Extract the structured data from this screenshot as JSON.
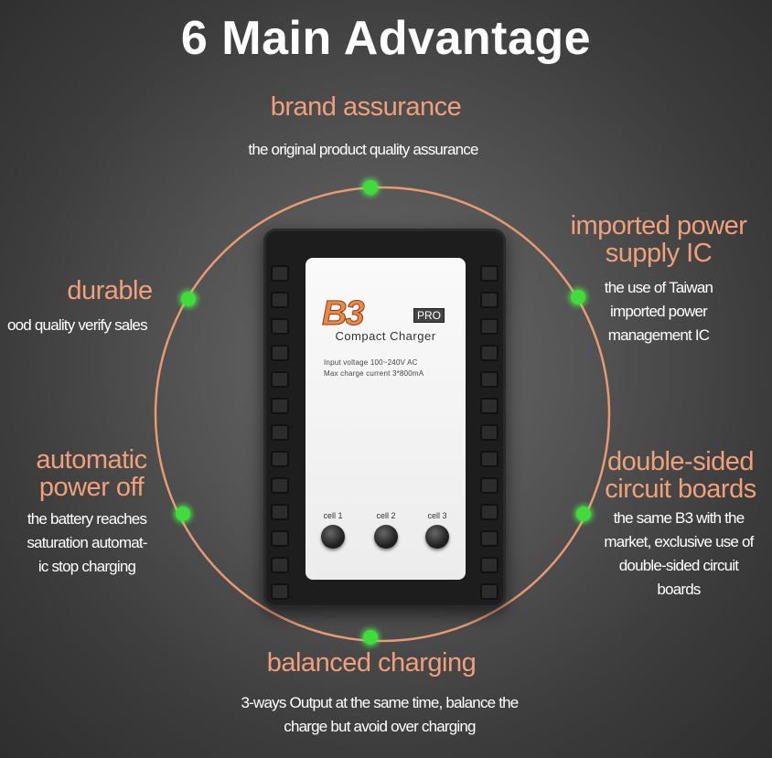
{
  "title": "6 Main Advantage",
  "features": {
    "brand": {
      "heading": "brand assurance",
      "desc": "the original product  quality assurance"
    },
    "imported": {
      "heading_line1": "imported power",
      "heading_line2": "supply IC",
      "desc_line1": "the use of Taiwan",
      "desc_line2": "imported power",
      "desc_line3": "management IC"
    },
    "durable": {
      "heading": "durable",
      "desc": "ood quality verify sales"
    },
    "auto_off": {
      "heading_line1": "automatic",
      "heading_line2": "power off",
      "desc_line1": "the battery reaches",
      "desc_line2": "saturation automat-",
      "desc_line3": "ic stop charging"
    },
    "double_sided": {
      "heading_line1": "double-sided",
      "heading_line2": "circuit boards",
      "desc_line1": "the same B3 with the",
      "desc_line2": "market, exclusive use of",
      "desc_line3": "double-sided circuit",
      "desc_line4": "boards"
    },
    "balanced": {
      "heading": "balanced charging",
      "desc_line1": "3-ways Output at the same time, balance the",
      "desc_line2": "charge but avoid over charging"
    }
  },
  "charger": {
    "logo": "B3",
    "badge": "PRO",
    "name": "Compact Charger",
    "spec_line1": "Input voltage  100~240V AC",
    "spec_line2": "Max  charge current  3*800mA",
    "cells": [
      "cell 1",
      "cell 2",
      "cell 3"
    ]
  },
  "colors": {
    "heading": "#f0a07a",
    "dot": "#3fdc3a",
    "ring": "#e89a72"
  }
}
